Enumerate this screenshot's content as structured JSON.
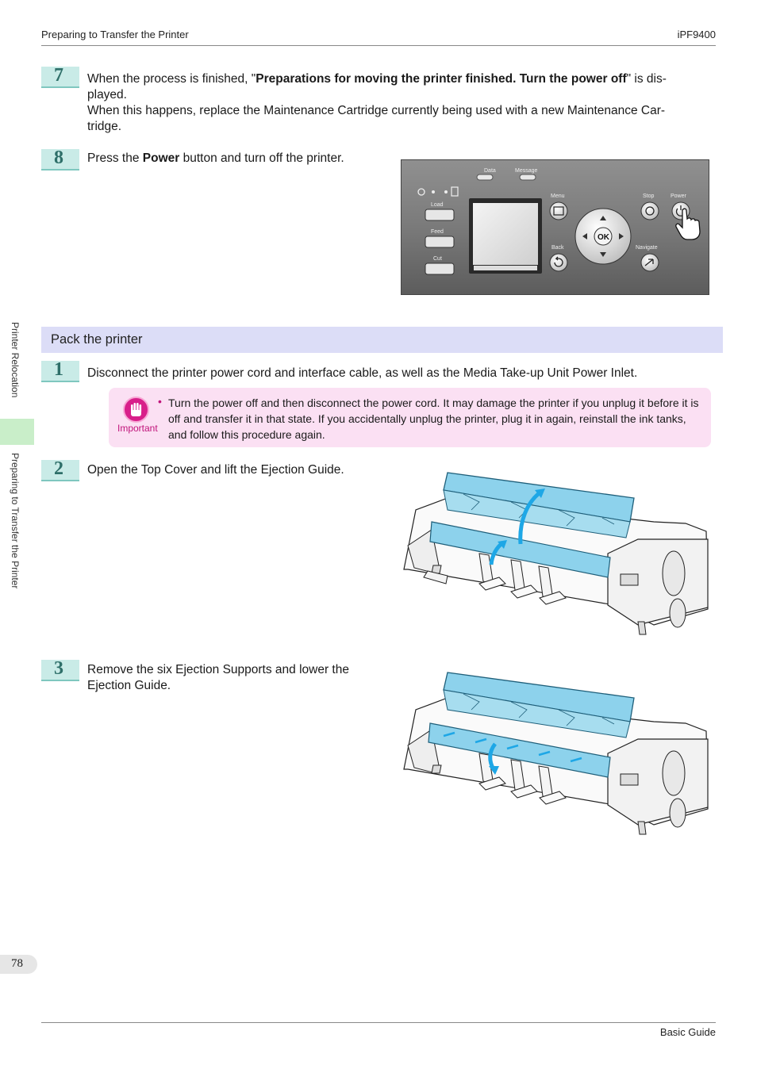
{
  "header": {
    "section": "Preparing to Transfer the Printer",
    "model": "iPF9400"
  },
  "sidebar": {
    "chapter": "Printer Relocation",
    "section": "Preparing to Transfer the Printer"
  },
  "step7": {
    "number": "7",
    "p1_before": "When the process is finished, \"",
    "p1_bold": "Preparations for moving the printer finished. Turn the power off",
    "p1_after": "\" is dis-",
    "p1_line2": "played.",
    "p2_line1": "When this happens, replace the Maintenance Cartridge currently being used with a new Maintenance Car-",
    "p2_line2": "tridge."
  },
  "step8": {
    "number": "8",
    "before": "Press the ",
    "bold": "Power",
    "after": " button and turn off the printer."
  },
  "panel": {
    "data": "Data",
    "message": "Message",
    "load": "Load",
    "feed": "Feed",
    "cut": "Cut",
    "menu": "Menu",
    "back": "Back",
    "ok": "OK",
    "stop": "Stop",
    "power": "Power",
    "navigate": "Navigate"
  },
  "section": {
    "title": "Pack the printer"
  },
  "step1": {
    "number": "1",
    "text": "Disconnect the printer power cord and interface cable, as well as the Media Take-up Unit Power Inlet."
  },
  "important": {
    "label": "Important",
    "bullet": "•",
    "line1": "Turn the power off and then disconnect the power cord. It may damage the printer if you unplug it before it is",
    "line2": "off and transfer it in that state. If you accidentally unplug the printer, plug it in again, reinstall the ink tanks,",
    "line3": "and follow this procedure again."
  },
  "step2": {
    "number": "2",
    "text": "Open the Top Cover and lift the Ejection Guide."
  },
  "step3": {
    "number": "3",
    "line1": "Remove the six Ejection Supports and lower the",
    "line2": "Ejection Guide."
  },
  "footer": {
    "page": "78",
    "guide": "Basic Guide"
  },
  "colors": {
    "step_bg": "#c9ebe7",
    "section_bg": "#dcddf7",
    "note_bg": "#fbe0f3",
    "cover_blue": "#8dd2ec",
    "arrow_blue": "#1ea7e6"
  }
}
